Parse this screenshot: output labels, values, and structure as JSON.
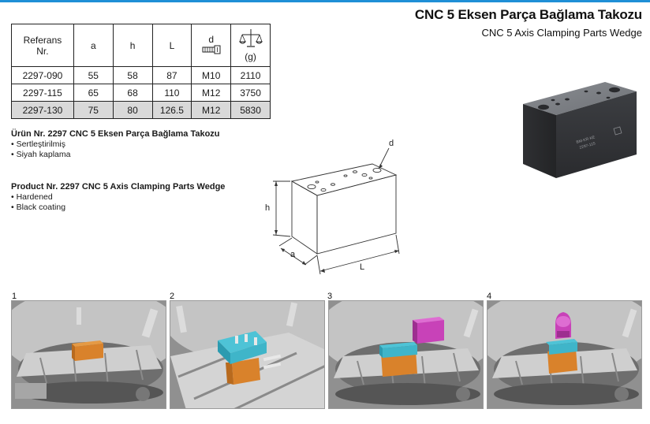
{
  "header": {
    "title_tr": "CNC 5 Eksen Parça Bağlama Takozu",
    "title_en": "CNC 5 Axis Clamping Parts Wedge"
  },
  "table": {
    "headers": {
      "ref_line1": "Referans",
      "ref_line2": "Nr.",
      "a": "a",
      "h": "h",
      "L": "L",
      "d": "d",
      "g": "(g)"
    },
    "rows": [
      {
        "ref": "2297-090",
        "a": "55",
        "h": "58",
        "L": "87",
        "d": "M10",
        "g": "2110"
      },
      {
        "ref": "2297-115",
        "a": "65",
        "h": "68",
        "L": "110",
        "d": "M12",
        "g": "3750"
      },
      {
        "ref": "2297-130",
        "a": "75",
        "h": "80",
        "L": "126.5",
        "d": "M12",
        "g": "5830"
      }
    ]
  },
  "desc_tr": {
    "heading": "Ürün Nr. 2297 CNC 5 Eksen Parça Bağlama Takozu",
    "bullets": [
      "Sertleştirilmiş",
      "Siyah kaplama"
    ]
  },
  "desc_en": {
    "heading": "Product Nr. 2297 CNC 5 Axis Clamping Parts Wedge",
    "bullets": [
      "Hardened",
      "Black coating"
    ]
  },
  "drawing": {
    "label_d": "d",
    "label_h": "h",
    "label_a": "a",
    "label_L": "L"
  },
  "photo": {
    "engraving_line1": "BM·KR·KE",
    "engraving_line2": "2297-115"
  },
  "steps": [
    {
      "number": "1"
    },
    {
      "number": "2"
    },
    {
      "number": "3"
    },
    {
      "number": "4"
    }
  ],
  "colors": {
    "accent_line": "#1f8fd6",
    "table_shade": "#d9d9d9",
    "wedge_orange": "#d9822b",
    "clamp_cyan": "#3fb5c9",
    "part_magenta": "#c842b8",
    "table_gray": "#8f8f8f"
  },
  "icons": {
    "d_header": "bolt-icon",
    "g_header": "balance-scale-icon"
  }
}
